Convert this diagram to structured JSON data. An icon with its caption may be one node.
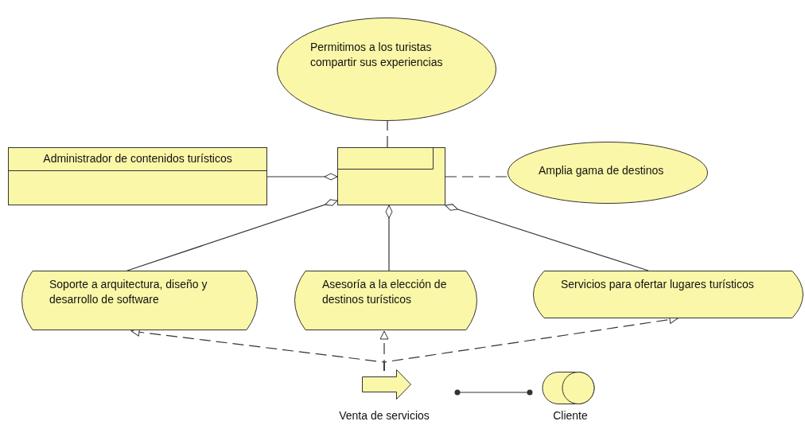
{
  "diagram": {
    "nodes": [
      {
        "text": [
          "Permitimos a los turistas compartir sus experiencias"
        ]
      },
      {
        "text": [
          "Administrador de contenidos turísticos"
        ]
      },
      {
        "text": [],
        "shape": "box"
      },
      {
        "text": [
          "Amplia gama de destinos"
        ]
      },
      {
        "text": [
          "Soporte a arquitectura, diseño y desarrollo de software"
        ]
      },
      {
        "text": [
          "Asesoría a la elección de destinos turísticos"
        ]
      },
      {
        "text": [
          "Servicios para ofertar lugares turísticos"
        ]
      },
      {
        "text": [
          "Venta de servicios"
        ]
      },
      {
        "text": [
          "Cliente"
        ]
      }
    ],
    "edges": [
      {
        "from": 2,
        "to": 0,
        "arrow": "none",
        "style": "dashed"
      },
      {
        "from": 2,
        "to": 1,
        "arrow": "other"
      },
      {
        "from": 2,
        "to": 4,
        "arrow": "other"
      },
      {
        "from": 2,
        "to": 5,
        "arrow": "other"
      },
      {
        "from": 2,
        "to": 6,
        "arrow": "other"
      },
      {
        "from": 2,
        "to": 3,
        "arrow": "none",
        "style": "dashed"
      },
      {
        "from": 7,
        "to": 4,
        "arrow": "to",
        "style": "dashed"
      },
      {
        "from": 7,
        "to": 5,
        "arrow": "to",
        "style": "dashed"
      },
      {
        "from": 7,
        "to": 6,
        "arrow": "to",
        "style": "dashed"
      },
      {
        "from": 7,
        "to": 8,
        "arrow": "other"
      }
    ]
  }
}
